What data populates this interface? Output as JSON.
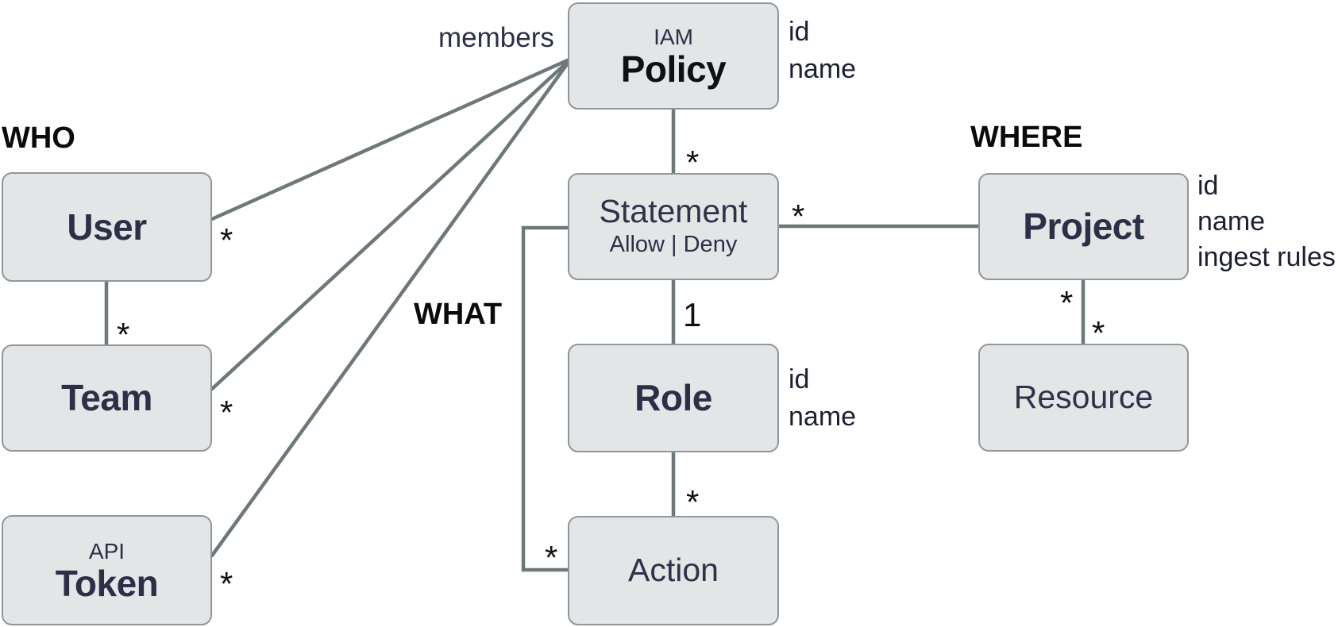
{
  "diagram": {
    "groups": {
      "who": "WHO",
      "what": "WHAT",
      "where": "WHERE"
    },
    "edge_label_members": "members",
    "entities": {
      "policy": {
        "caption": "IAM",
        "name": "Policy",
        "attrs": [
          "id",
          "name"
        ]
      },
      "user": {
        "name": "User"
      },
      "team": {
        "name": "Team"
      },
      "token": {
        "caption": "API",
        "name": "Token"
      },
      "statement": {
        "name": "Statement",
        "subtitle": "Allow | Deny"
      },
      "role": {
        "name": "Role",
        "attrs": [
          "id",
          "name"
        ]
      },
      "action": {
        "name": "Action"
      },
      "project": {
        "name": "Project",
        "attrs": [
          "id",
          "name",
          "ingest rules"
        ]
      },
      "resource": {
        "name": "Resource"
      }
    },
    "multiplicity": {
      "user_policy": "*",
      "team_policy": "*",
      "token_policy": "*",
      "user_team": "*",
      "policy_statement": "*",
      "statement_role": "1",
      "role_action": "*",
      "statement_action": "*",
      "statement_project": "*",
      "project_resource_top": "*",
      "project_resource_bottom": "*"
    },
    "colors": {
      "box_fill": "#e3e5e7",
      "box_border": "#8e989c",
      "connector": "#6e7878",
      "title_navy": "#2b3047",
      "title_black": "#0e1014",
      "label_black": "#0a0b0d"
    }
  }
}
